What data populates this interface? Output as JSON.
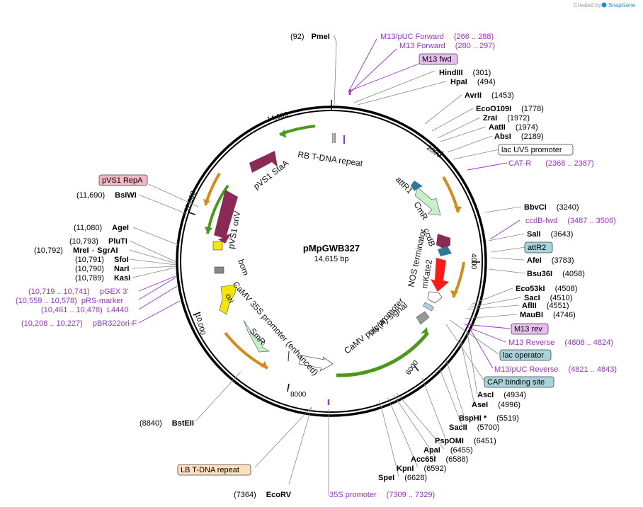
{
  "credit": {
    "created_by": "Created by",
    "brand": "SnapGene"
  },
  "plasmid": {
    "name": "pMpGWB327",
    "size": "14,615 bp"
  },
  "colors": {
    "primer": "#9b30d9",
    "backbone": "#000000",
    "line": "#777777",
    "arrow_orange": "#d58a1a",
    "arrow_green": "#4a9a1a",
    "feature_maroon": "#8b2a55"
  },
  "ticks": [
    "14,000",
    "2000",
    "4000",
    "6000",
    "8000",
    "10,000",
    "12,000"
  ],
  "enzymes": [
    {
      "pos": "(92)",
      "name": "PmeI"
    },
    {
      "name": "HindIII",
      "pos": "(301)"
    },
    {
      "name": "HpaI",
      "pos": "(494)"
    },
    {
      "name": "AvrII",
      "pos": "(1453)"
    },
    {
      "name": "EcoO109I",
      "pos": "(1778)"
    },
    {
      "name": "ZraI",
      "pos": "(1972)"
    },
    {
      "name": "AatII",
      "pos": "(1974)"
    },
    {
      "name": "AbsI",
      "pos": "(2189)"
    },
    {
      "name": "BbvCI",
      "pos": "(3240)"
    },
    {
      "name": "SalI",
      "pos": "(3643)"
    },
    {
      "name": "AfeI",
      "pos": "(3783)"
    },
    {
      "name": "Bsu36I",
      "pos": "(4058)"
    },
    {
      "name": "Eco53kI",
      "pos": "(4508)"
    },
    {
      "name": "SacI",
      "pos": "(4510)"
    },
    {
      "name": "AflII",
      "pos": "(4551)"
    },
    {
      "name": "MauBI",
      "pos": "(4746)"
    },
    {
      "name": "AscI",
      "pos": "(4934)"
    },
    {
      "name": "AseI",
      "pos": "(4996)"
    },
    {
      "name": "BspHI *",
      "pos": "(5519)"
    },
    {
      "name": "SacII",
      "pos": "(5700)"
    },
    {
      "name": "PspOMI",
      "pos": "(6451)"
    },
    {
      "name": "ApaI",
      "pos": "(6455)"
    },
    {
      "name": "Acc65I",
      "pos": "(6588)"
    },
    {
      "name": "KpnI",
      "pos": "(6592)"
    },
    {
      "name": "SpeI",
      "pos": "(6628)"
    },
    {
      "pos": "(7364)",
      "name": "EcoRV"
    },
    {
      "pos": "(8840)",
      "name": "BstEII"
    },
    {
      "pos": "(10,789)",
      "name": "KasI"
    },
    {
      "pos": "(10,790)",
      "name": "NarI"
    },
    {
      "pos": "(10,791)",
      "name": "SfoI"
    },
    {
      "pos": "(10,792)",
      "name": "MreI",
      "extra": "SgrAI"
    },
    {
      "pos": "(10,793)",
      "name": "PluTI"
    },
    {
      "pos": "(11,080)",
      "name": "AgeI"
    },
    {
      "pos": "(11,690)",
      "name": "BsiWI"
    }
  ],
  "primers": [
    {
      "name": "M13/pUC Forward",
      "range": "(266 .. 288)"
    },
    {
      "name": "M13 Forward",
      "range": "(280 .. 297)"
    },
    {
      "name": "CAT-R",
      "range": "(2368 .. 2387)"
    },
    {
      "name": "ccdB-fwd",
      "range": "(3487 .. 3506)"
    },
    {
      "name": "M13 Reverse",
      "range": "(4808 .. 4824)"
    },
    {
      "name": "M13/pUC Reverse",
      "range": "(4821 .. 4843)"
    },
    {
      "name": "35S promoter",
      "range": "(7309 .. 7329)"
    },
    {
      "range": "(10,719 .. 10,741)",
      "name": "pGEX 3'"
    },
    {
      "range": "(10,559 .. 10,578)",
      "name": "pRS-marker"
    },
    {
      "range": "(10,461 .. 10,478)",
      "name": "L4440"
    },
    {
      "range": "(10,208 .. 10,227)",
      "name": "pBR322ori-F"
    }
  ],
  "boxes": [
    {
      "label": "M13 fwd",
      "fill": "#e6bfee"
    },
    {
      "label": "lac UV5 promoter",
      "fill": "#ffffff"
    },
    {
      "label": "attR2",
      "fill": "#a8d4dc"
    },
    {
      "label": "M13 rev",
      "fill": "#e6bfee"
    },
    {
      "label": "lac operator",
      "fill": "#a8d4dc"
    },
    {
      "label": "CAP binding site",
      "fill": "#a8d4dc"
    },
    {
      "label": "LB T-DNA repeat",
      "fill": "#fde0c0"
    },
    {
      "label": "pVS1 RepA",
      "fill": "#f2b8c6"
    }
  ],
  "inner_labels": {
    "rb": "RB T-DNA repeat",
    "staa": "pVS1 StaA",
    "oriv": "pVS1 oriV",
    "bom": "bom",
    "ori": "ori",
    "camv": "CaMV 35S promoter (enhanced)",
    "smr": "SmR",
    "attr1": "attR1",
    "cmr": "CmR",
    "ccdb": "ccdB",
    "nos": "NOS terminator",
    "mkate": "mKate2",
    "lacp": "lac promoter",
    "polya": "CaMV poly(A) signal"
  }
}
